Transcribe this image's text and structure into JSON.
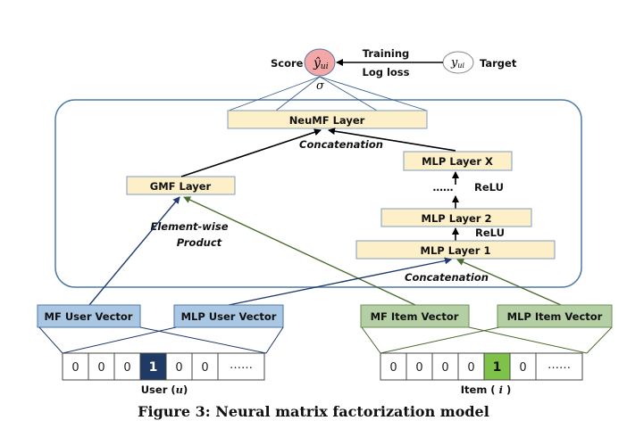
{
  "colors": {
    "layer_fill": "#fdf0c8",
    "layer_stroke": "#4f7aa6",
    "user_fill": "#a9c6e2",
    "user_stroke": "#4f7aa6",
    "user_line": "#1f3a6e",
    "item_fill": "#b5cfa4",
    "item_stroke": "#6b8f55",
    "item_line": "#4b6b2e",
    "user_one": "#1f3a64",
    "item_one": "#7ec24a",
    "score_fill": "#f4a7a7",
    "container_stroke": "#4f7aa6"
  },
  "output": {
    "score_label": "Score",
    "score_symbol": "ŷ",
    "score_sub": "ui",
    "target_label": "Target",
    "target_symbol": "y",
    "target_sub": "ui",
    "training_label": "Training",
    "loss_label": "Log loss",
    "sigma": "σ"
  },
  "layers": {
    "neumf": "NeuMF Layer",
    "gmf": "GMF Layer",
    "mlp_x": "MLP Layer X",
    "mlp_2": "MLP Layer 2",
    "mlp_1": "MLP Layer 1"
  },
  "annotations": {
    "concat_top": "Concatenation",
    "concat_bottom": "Concatenation",
    "elementwise_1": "Element-wise",
    "elementwise_2": "Product",
    "relu_1": "ReLU",
    "relu_2": "ReLU",
    "dots": "……"
  },
  "vectors": {
    "mf_user": "MF User Vector",
    "mlp_user": "MLP User Vector",
    "mf_item": "MF Item Vector",
    "mlp_item": "MLP Item Vector"
  },
  "user_input": {
    "label": "User",
    "symbol": "u",
    "cells": [
      "0",
      "0",
      "0",
      "1",
      "0",
      "0",
      "……"
    ],
    "active_index": 3
  },
  "item_input": {
    "label": "Item (",
    "symbol": "i",
    "label_end": ")",
    "cells": [
      "0",
      "0",
      "0",
      "0",
      "1",
      "0",
      "……"
    ],
    "active_index": 4
  },
  "caption": "Figure 3: Neural matrix factorization model"
}
